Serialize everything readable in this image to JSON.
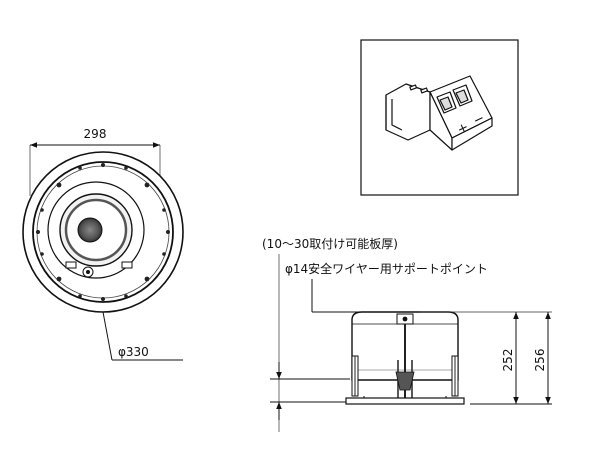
{
  "front_view": {
    "width_label": "298",
    "diameter_label": "φ330"
  },
  "side_view": {
    "thickness_note": "(10～30取付け可能板厚)",
    "wire_note": "φ14安全ワイヤー用サポートポイント",
    "height_inner_label": "252",
    "height_outer_label": "256"
  },
  "terminal_detail": {
    "plus_symbol": "+",
    "minus_symbol": "−"
  }
}
